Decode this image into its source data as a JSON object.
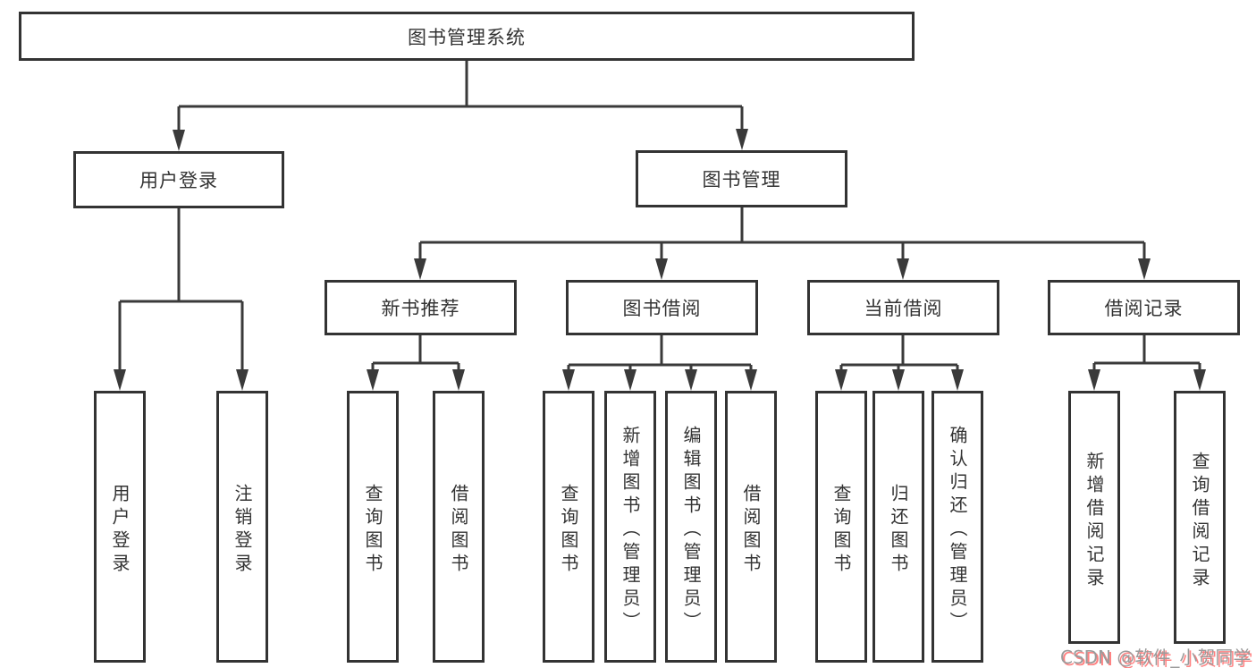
{
  "tree": {
    "label": "图书管理系统",
    "children": [
      {
        "label": "用户登录",
        "children": [
          {
            "label": "用户登录"
          },
          {
            "label": "注销登录"
          }
        ]
      },
      {
        "label": "图书管理",
        "children": [
          {
            "label": "新书推荐",
            "children": [
              {
                "label": "查询图书"
              },
              {
                "label": "借阅图书"
              }
            ]
          },
          {
            "label": "图书借阅",
            "children": [
              {
                "label": "查询图书"
              },
              {
                "label": "新增图书（管理员）"
              },
              {
                "label": "编辑图书（管理员）"
              },
              {
                "label": "借阅图书"
              }
            ]
          },
          {
            "label": "当前借阅",
            "children": [
              {
                "label": "查询图书"
              },
              {
                "label": "归还图书"
              },
              {
                "label": "确认归还（管理员）"
              }
            ]
          },
          {
            "label": "借阅记录",
            "children": [
              {
                "label": "新增借阅记录"
              },
              {
                "label": "查询借阅记录"
              }
            ]
          }
        ]
      }
    ]
  },
  "watermark": {
    "text": "CSDN @软件_小贺同学"
  },
  "colors": {
    "line": "#3a3a3a",
    "box_border": "#333333",
    "text": "#333333",
    "watermark_text": "#9b9b9b",
    "watermark_shadow": "#ff8080"
  }
}
